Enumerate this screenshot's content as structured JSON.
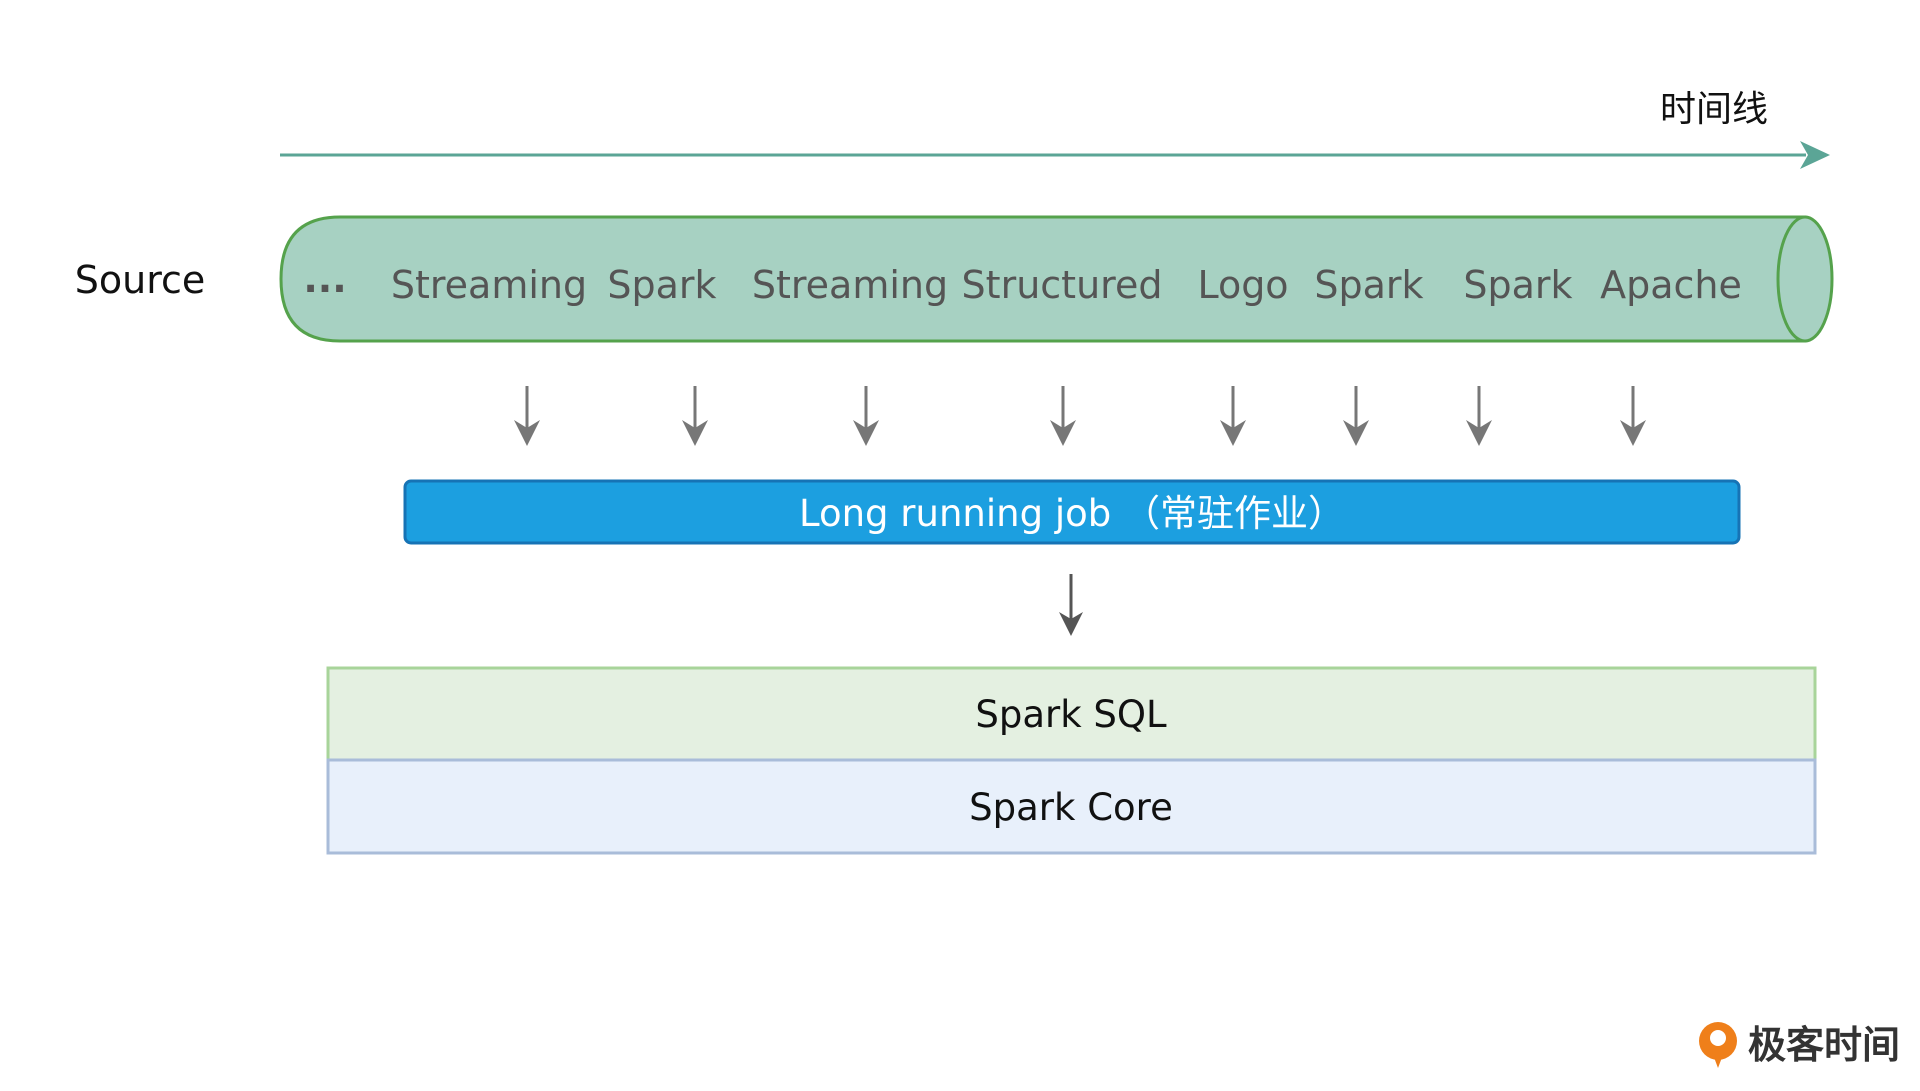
{
  "timeline": {
    "label": "时间线"
  },
  "source": {
    "label": "Source",
    "ellipsis": "...",
    "tokens": [
      "Streaming",
      "Spark",
      "Streaming",
      "Structured",
      "Logo",
      "Spark",
      "Spark",
      "Apache"
    ]
  },
  "job": {
    "label": "Long running job （常驻作业）"
  },
  "layers": {
    "top": "Spark SQL",
    "bottom": "Spark Core"
  },
  "brand": {
    "name": "极客时间"
  },
  "colors": {
    "timeline": "#5ba596",
    "pipe_fill": "#a7d1c2",
    "pipe_stroke": "#55a24c",
    "arrow": "#777777",
    "job_fill": "#1c9fe0",
    "job_stroke": "#1673b5",
    "sql_fill": "#e4f0e1",
    "sql_stroke": "#a8d49a",
    "core_fill": "#e8f0fb",
    "core_stroke": "#a9bcd9",
    "brand_accent": "#ef7f1a"
  }
}
